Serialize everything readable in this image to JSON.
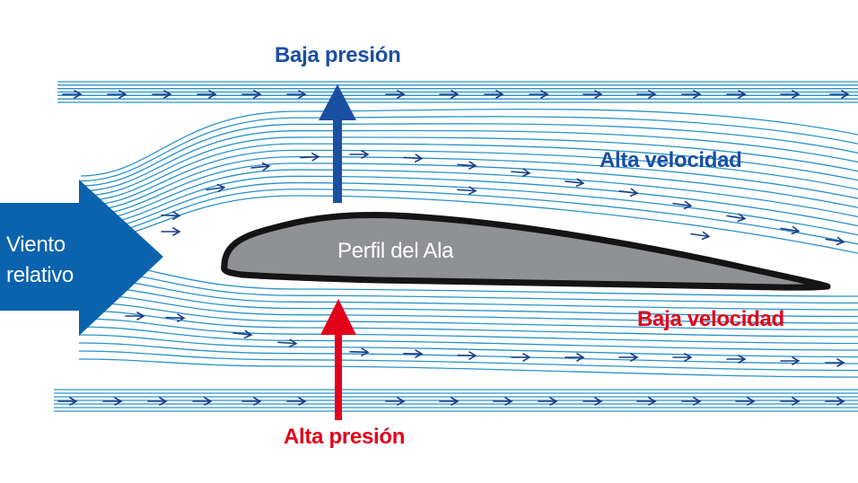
{
  "labels": {
    "top_pressure": "Baja presión",
    "high_velocity": "Alta velocidad",
    "low_velocity": "Baja velocidad",
    "bottom_pressure": "Alta presión",
    "wind_line1": "Viento",
    "wind_line2": "relativo",
    "wing": "Perfil del Ala"
  },
  "colors": {
    "streamline": "#2a93c9",
    "flow_arrow": "#1d3f86",
    "wind_arrow": "#0b63ad",
    "low_pressure": "#1a4fa1",
    "high_pressure": "#e3001b",
    "wing_fill": "#8f9194",
    "wing_outline": "#141414"
  },
  "icons": {
    "wind": "arrow-right-icon",
    "lift_up": "arrow-up-icon",
    "push_up": "arrow-up-icon",
    "flow": "chevron-arrow-icon"
  }
}
